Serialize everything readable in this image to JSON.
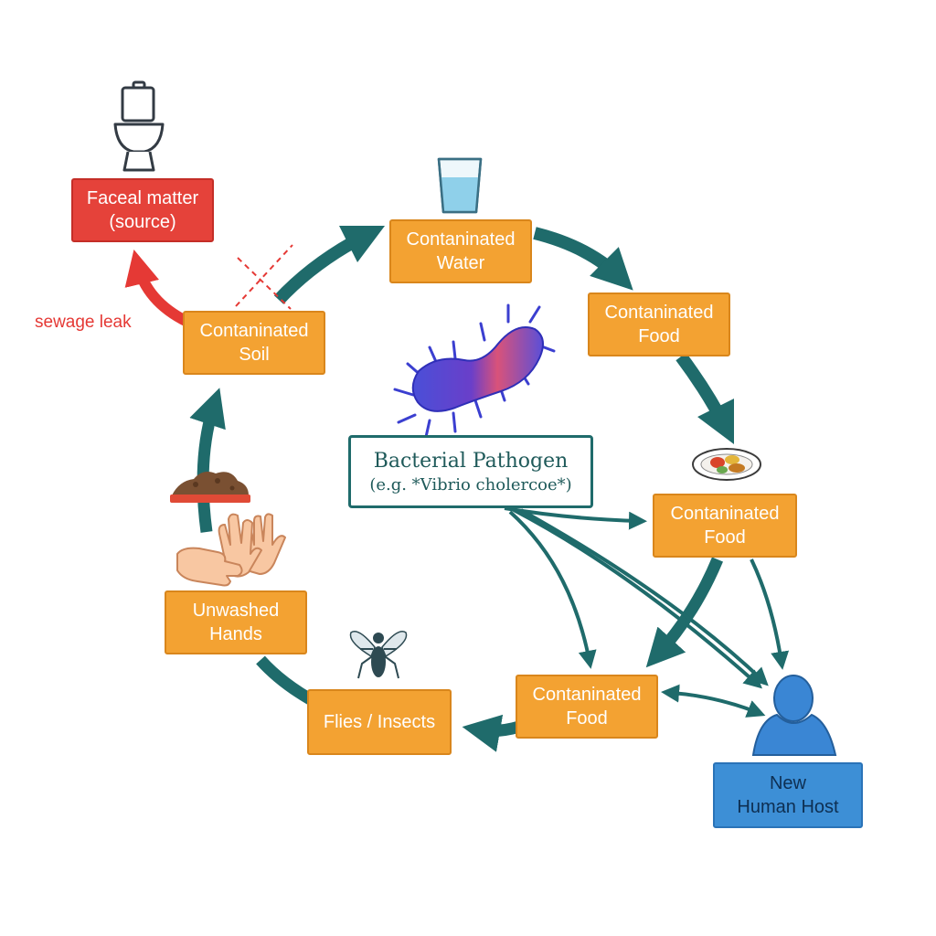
{
  "nodes": {
    "faecal_line1": "Faceal matter",
    "faecal_line2": "(source)",
    "water_line1": "Contaninated",
    "water_line2": "Water",
    "food_top_line1": "Contaninated",
    "food_top_line2": "Food",
    "food_mid_line1": "Contaninated",
    "food_mid_line2": "Food",
    "food_bottom_line1": "Contaninated",
    "food_bottom_line2": "Food",
    "soil_line1": "Contaninated",
    "soil_line2": "Soil",
    "hands_line1": "Unwashed",
    "hands_line2": "Hands",
    "flies": "Flies / Insects",
    "host_line1": "New",
    "host_line2": "Human Host"
  },
  "pathogen": {
    "title": "Bacterial Pathogen",
    "subtitle": "(e.g. *Vibrio cholercoe*)"
  },
  "annotations": {
    "sewage": "sewage leak"
  },
  "icons": [
    "toilet-icon",
    "water-glass-icon",
    "bacterium-icon",
    "food-plate-icon",
    "soil-icon",
    "hands-icon",
    "fly-icon",
    "person-icon"
  ],
  "colors": {
    "node_orange": "#f3a232",
    "source_red": "#e5423a",
    "host_blue": "#3d8fd6",
    "arrow_teal": "#1f6b6b"
  }
}
